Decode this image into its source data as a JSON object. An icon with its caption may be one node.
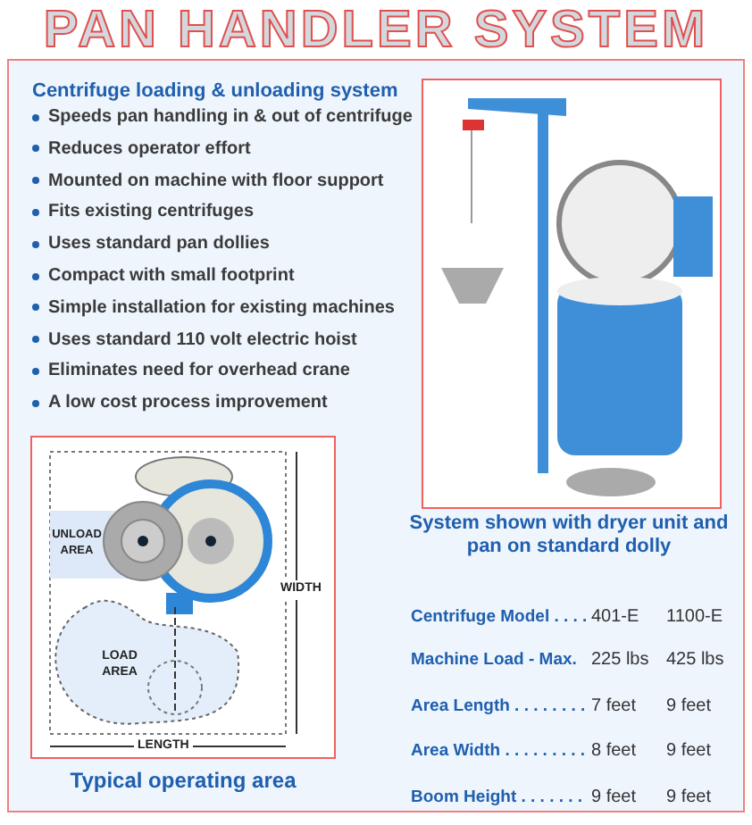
{
  "diagram": {
    "title": "PAN HANDLER SYSTEM",
    "labels": [
      "Centrifuge loading & unloading system",
      "Speeds pan handling in & out of centrifuge",
      "Reduces operator effort",
      "Mounted on machine with floor support",
      "Fits existing centrifuges",
      "Uses standard pan dollies",
      "Compact with small footprint",
      "Simple installation for existing machines",
      "Uses standard 110 volt electric hoist",
      "Eliminates need for overhead crane",
      "A low cost process improvement",
      "System shown with dryer unit and pan on standard dolly",
      "UNLOAD AREA",
      "WIDTH",
      "LOAD AREA",
      "LENGTH",
      "Typical operating area",
      "Centrifuge Model . . . .",
      "401-E",
      "1100-E",
      "Machine Load - Max.",
      "225 lbs",
      "425 lbs",
      "Area Length . . . . . . . .",
      "7 feet",
      "9 feet",
      "Area Width . . . . . . . . .",
      "8 feet",
      "9 feet",
      "Boom Height . . . . . . .",
      "9 feet",
      "9 feet"
    ]
  }
}
